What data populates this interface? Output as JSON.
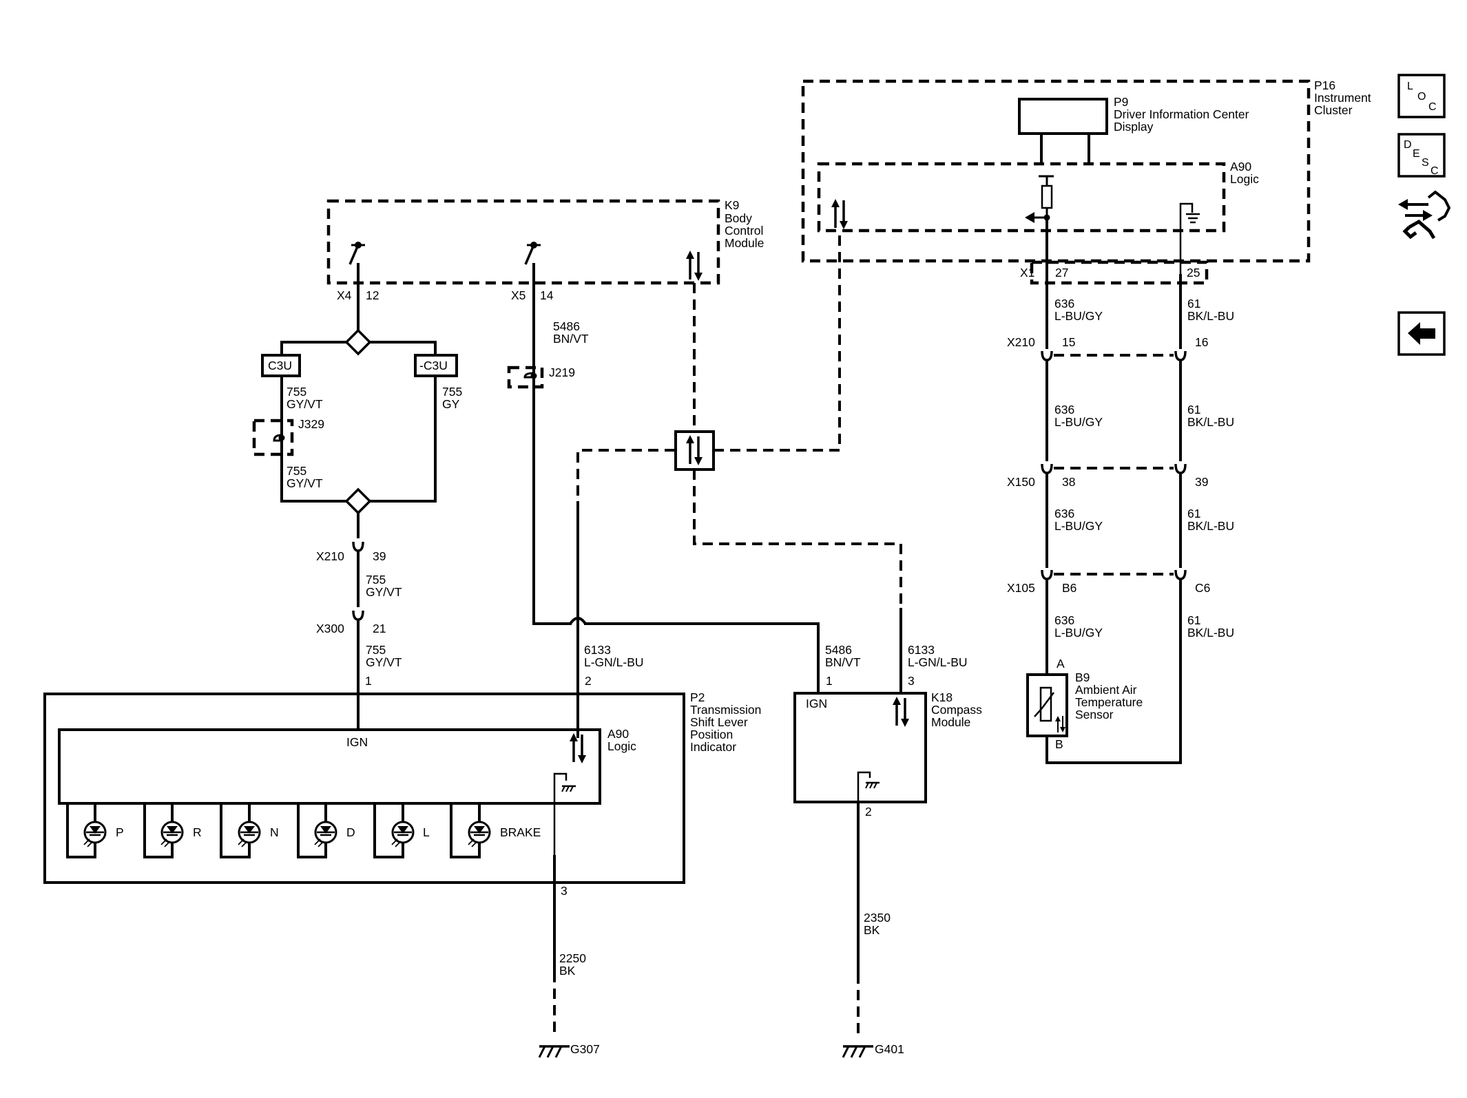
{
  "modules": {
    "k9": {
      "ref": "K9",
      "l1": "Body",
      "l2": "Control",
      "l3": "Module"
    },
    "p16": {
      "ref": "P16",
      "l1": "Instrument",
      "l2": "Cluster"
    },
    "p9": {
      "ref": "P9",
      "l1": "Driver Information Center",
      "l2": "Display"
    },
    "a90_ic": {
      "ref": "A90",
      "l1": "Logic"
    },
    "p2": {
      "ref": "P2",
      "l1": "Transmission",
      "l2": "Shift Lever",
      "l3": "Position",
      "l4": "Indicator"
    },
    "a90_p2": {
      "ref": "A90",
      "l1": "Logic"
    },
    "k18": {
      "ref": "K18",
      "l1": "Compass",
      "l2": "Module"
    },
    "b9": {
      "ref": "B9",
      "l1": "Ambient Air",
      "l2": "Temperature",
      "l3": "Sensor"
    }
  },
  "options": {
    "c3u": "C3U",
    "not_c3u": "-C3U"
  },
  "labels": {
    "ign": "IGN",
    "pin_a": "A",
    "pin_b": "B"
  },
  "lamps": [
    "P",
    "R",
    "N",
    "D",
    "L",
    "BRAKE"
  ],
  "connectors": {
    "x4": "X4",
    "x4_pin": "12",
    "x5": "X5",
    "x5_pin": "14",
    "x1": "X1",
    "x1_pin27": "27",
    "x1_pin25": "25",
    "x210_ic": "X210",
    "x210_pin15": "15",
    "x210_pin16": "16",
    "x150": "X150",
    "x150_pin38": "38",
    "x150_pin39": "39",
    "x105": "X105",
    "x105_pinb6": "B6",
    "x105_pinc6": "C6",
    "x210_l": "X210",
    "x210_pin39": "39",
    "x300": "X300",
    "x300_pin21": "21",
    "p2_pin1": "1",
    "p2_pin2": "2",
    "p2_pin3": "3",
    "k18_pin1": "1",
    "k18_pin3": "3",
    "k18_pin2": "2"
  },
  "splices": {
    "j329": "J329",
    "j219": "J219"
  },
  "grounds": {
    "g307": "G307",
    "g401": "G401"
  },
  "wires": {
    "w755a": {
      "c": "755",
      "col": "GY/VT"
    },
    "w755gy": {
      "c": "755",
      "col": "GY"
    },
    "w755b": {
      "c": "755",
      "col": "GY/VT"
    },
    "w755c": {
      "c": "755",
      "col": "GY/VT"
    },
    "w755d": {
      "c": "755",
      "col": "GY/VT"
    },
    "w5486a": {
      "c": "5486",
      "col": "BN/VT"
    },
    "w5486b": {
      "c": "5486",
      "col": "BN/VT"
    },
    "w6133a": {
      "c": "6133",
      "col": "L-GN/L-BU"
    },
    "w6133b": {
      "c": "6133",
      "col": "L-GN/L-BU"
    },
    "w636a": {
      "c": "636",
      "col": "L-BU/GY"
    },
    "w636b": {
      "c": "636",
      "col": "L-BU/GY"
    },
    "w636c": {
      "c": "636",
      "col": "L-BU/GY"
    },
    "w636d": {
      "c": "636",
      "col": "L-BU/GY"
    },
    "w61a": {
      "c": "61",
      "col": "BK/L-BU"
    },
    "w61b": {
      "c": "61",
      "col": "BK/L-BU"
    },
    "w61c": {
      "c": "61",
      "col": "BK/L-BU"
    },
    "w61d": {
      "c": "61",
      "col": "BK/L-BU"
    },
    "w2250": {
      "c": "2250",
      "col": "BK"
    },
    "w2350": {
      "c": "2350",
      "col": "BK"
    }
  },
  "nav": {
    "loc": {
      "a": "L",
      "b": "O",
      "c": "C"
    },
    "desc": {
      "a": "D",
      "b": "E",
      "c": "S",
      "d": "C"
    }
  }
}
